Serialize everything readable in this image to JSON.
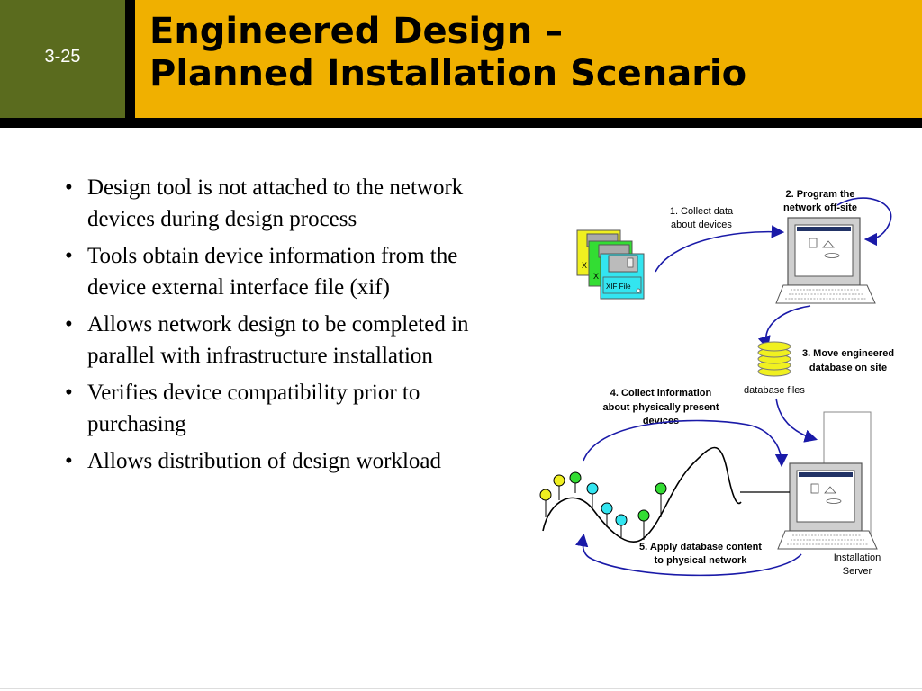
{
  "slide": {
    "number": "3-25",
    "title_lines": [
      "Engineered Design –",
      "Planned Installation Scenario"
    ]
  },
  "bullets": [
    "Design tool is not attached to the network devices during design process",
    "Tools obtain device information from the device external interface file (xif)",
    "Allows network design to be completed in parallel with infrastructure installation",
    "Verifies device compatibility prior to purchasing",
    "Allows distribution of design workload"
  ],
  "diagram": {
    "step1": [
      "1. Collect data",
      "about devices"
    ],
    "step2": [
      "2. Program the",
      "network off-site"
    ],
    "step3": [
      "3. Move engineered",
      "database on site"
    ],
    "step4": [
      "4. Collect information",
      "about physically present",
      "devices"
    ],
    "step5": [
      "5. Apply database content",
      "to physical network"
    ],
    "xif_file": "XIF File",
    "xif_partial": "X",
    "database_files": "database files",
    "installation_server": [
      "Installation",
      "Server"
    ]
  },
  "colors": {
    "header_number_bg": "#5a6b1e",
    "header_title_bg": "#f0b000",
    "arrow": "#1a1aa8",
    "file_front": "#33e5f0",
    "file_middle": "#33dd33",
    "file_back": "#f0f020",
    "database": "#f0f020"
  }
}
